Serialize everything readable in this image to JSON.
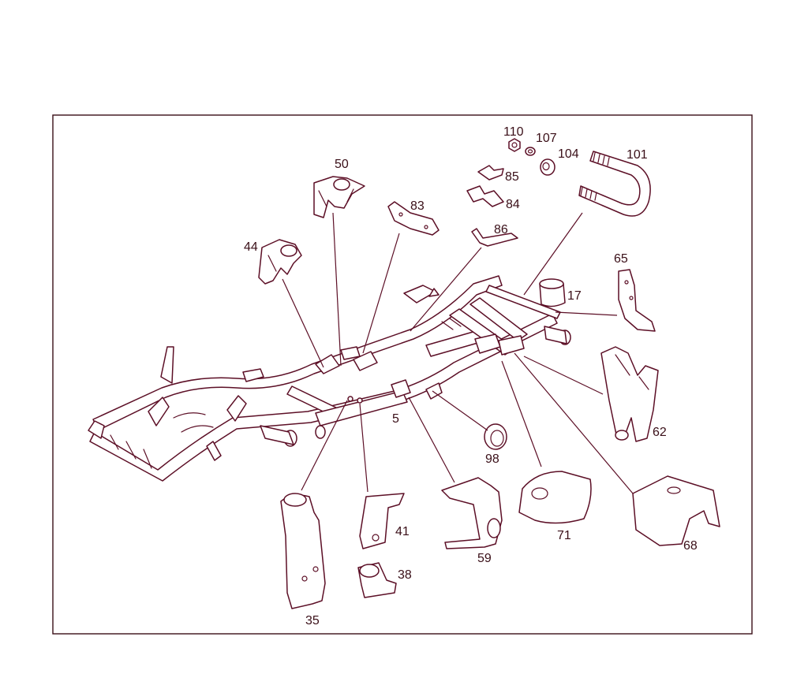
{
  "colors": {
    "line": "#5c0f26",
    "text": "#3a0f18",
    "background": "#ffffff"
  },
  "labels": [
    {
      "id": "110",
      "text": "110"
    },
    {
      "id": "107",
      "text": "107"
    },
    {
      "id": "104",
      "text": "104"
    },
    {
      "id": "101",
      "text": "101"
    },
    {
      "id": "85",
      "text": "85"
    },
    {
      "id": "84",
      "text": "84"
    },
    {
      "id": "50",
      "text": "50"
    },
    {
      "id": "83",
      "text": "83"
    },
    {
      "id": "86",
      "text": "86"
    },
    {
      "id": "44",
      "text": "44"
    },
    {
      "id": "65",
      "text": "65"
    },
    {
      "id": "17",
      "text": "17"
    },
    {
      "id": "62",
      "text": "62"
    },
    {
      "id": "5",
      "text": "5"
    },
    {
      "id": "98",
      "text": "98"
    },
    {
      "id": "41",
      "text": "41"
    },
    {
      "id": "71",
      "text": "71"
    },
    {
      "id": "59",
      "text": "59"
    },
    {
      "id": "68",
      "text": "68"
    },
    {
      "id": "38",
      "text": "38"
    },
    {
      "id": "35",
      "text": "35"
    }
  ]
}
